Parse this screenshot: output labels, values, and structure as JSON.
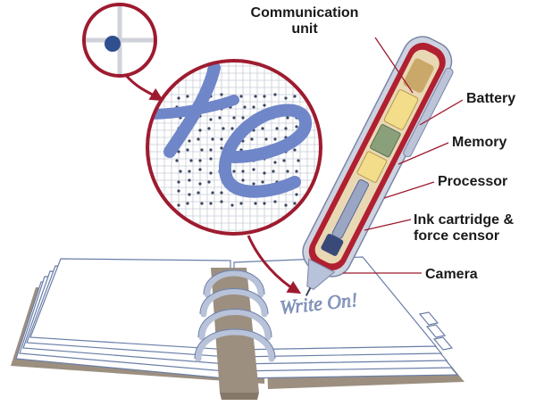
{
  "labels": {
    "communication_unit": [
      "Communication",
      "unit"
    ],
    "battery": "Battery",
    "memory": "Memory",
    "processor": "Processor",
    "ink_cartridge": [
      "Ink cartridge &",
      "force censor"
    ],
    "camera": "Camera"
  },
  "notebook_brand": "Write On!",
  "colors": {
    "frame_red": "#9e1b2f",
    "pen_red": "#b02030",
    "pen_silver": "#cdd3e0",
    "ink_blue": "#6f86c8",
    "dot_blue": "#2f4f8f",
    "page_fill": "#ffffff",
    "page_stroke": "#6a7ea8",
    "cover_brown": "#9c8f80",
    "ring_silver": "#b8c2d8",
    "grid_gray": "#c8cbd6",
    "component_yellow": "#f3dc8a",
    "component_green": "#8aa07a"
  },
  "icons": {
    "zoom_dot": "dot-magnifier-icon",
    "grid_zoom": "grid-magnifier-icon",
    "pen": "digital-pen-icon",
    "notebook": "ring-binder-notebook-icon"
  }
}
